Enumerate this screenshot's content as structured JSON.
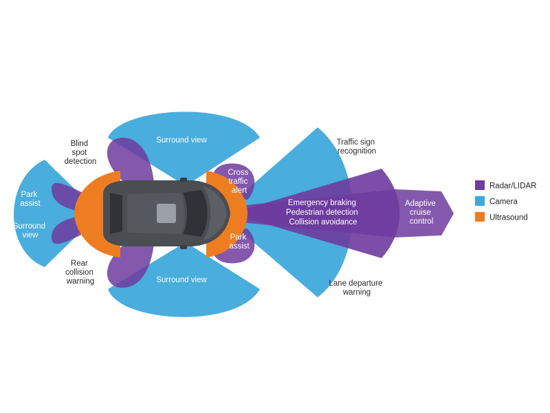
{
  "colors": {
    "radar": "#6e3b9e",
    "camera": "#3fa9dc",
    "ultrasound": "#ee7d22",
    "car_body": "#4a4d52",
    "dark_text": "#2b2b2b",
    "light_text": "#ffffff"
  },
  "labels": {
    "blind_spot": [
      "Blind",
      "spot",
      "detection"
    ],
    "surround_top": [
      "Surround view"
    ],
    "surround_bottom": [
      "Surround view"
    ],
    "park_assist_left": [
      "Park",
      "assist"
    ],
    "surround_left": [
      "Surround",
      "view"
    ],
    "rear_collision": [
      "Rear",
      "collision",
      "warning"
    ],
    "cross_traffic": [
      "Cross",
      "traffic",
      "alert"
    ],
    "park_assist_right": [
      "Park",
      "assist"
    ],
    "front_radar": [
      "Emergency braking",
      "Pedestrian detection",
      "Collision avoidance"
    ],
    "adaptive_cruise": [
      "Adaptive",
      "cruise",
      "control"
    ],
    "traffic_sign": [
      "Traffic sign",
      "recognition"
    ],
    "lane_departure": [
      "Lane departure",
      "warning"
    ]
  },
  "legend": [
    {
      "label": "Radar/LIDAR",
      "color": "#6e3b9e"
    },
    {
      "label": "Camera",
      "color": "#3fa9dc"
    },
    {
      "label": "Ultrasound",
      "color": "#ee7d22"
    }
  ]
}
